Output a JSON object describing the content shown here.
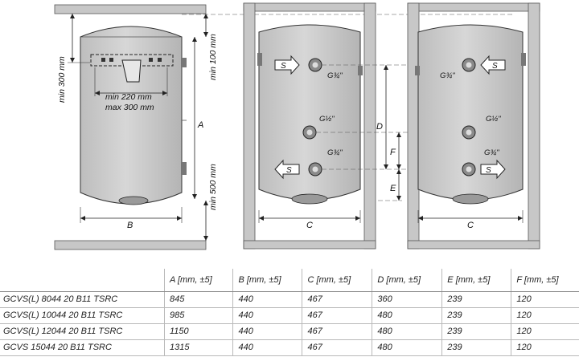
{
  "labels": {
    "min_300": "min 300 mm",
    "min_220": "min 220 mm",
    "max_300": "max 300 mm",
    "min_100": "min 100 mm",
    "min_500": "min 500 mm",
    "dim_a": "A",
    "dim_b": "B",
    "dim_c": "C",
    "dim_d": "D",
    "dim_e": "E",
    "dim_f": "F",
    "inlet_s": "S",
    "g34": "G¾\"",
    "g12": "G½\""
  },
  "table": {
    "headers": [
      "",
      "A [mm, ±5]",
      "B [mm, ±5]",
      "C [mm, ±5]",
      "D [mm, ±5]",
      "E [mm, ±5]",
      "F [mm, ±5]"
    ],
    "rows": [
      [
        "GCVS(L) 8044 20 B11 TSRC",
        "845",
        "440",
        "467",
        "360",
        "239",
        "120"
      ],
      [
        "GCVS(L) 10044 20 B11 TSRC",
        "985",
        "440",
        "467",
        "480",
        "239",
        "120"
      ],
      [
        "GCVS(L) 12044 20 B11 TSRC",
        "1150",
        "440",
        "467",
        "480",
        "239",
        "120"
      ],
      [
        "GCVS 15044 20 B11 TSRC",
        "1315",
        "440",
        "467",
        "480",
        "239",
        "120"
      ]
    ]
  }
}
